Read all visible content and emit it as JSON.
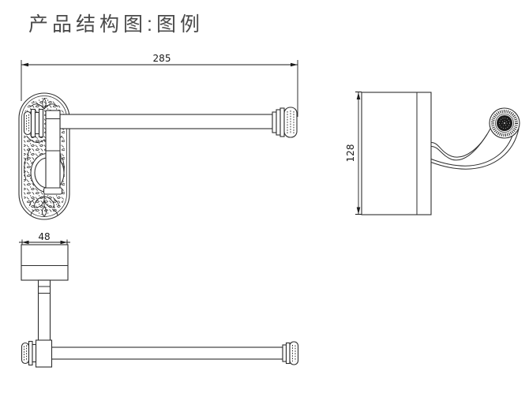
{
  "title": "产品结构图:图例",
  "views": {
    "front": {
      "dimension": "285"
    },
    "side": {
      "dimension": "128"
    },
    "bottom": {
      "dimension": "48"
    }
  },
  "colors": {
    "line": "#2e2e2e",
    "dimension": "#1a1a1a",
    "title": "#4a4a4a",
    "background": "#ffffff",
    "knob": "#1a1a1a"
  }
}
